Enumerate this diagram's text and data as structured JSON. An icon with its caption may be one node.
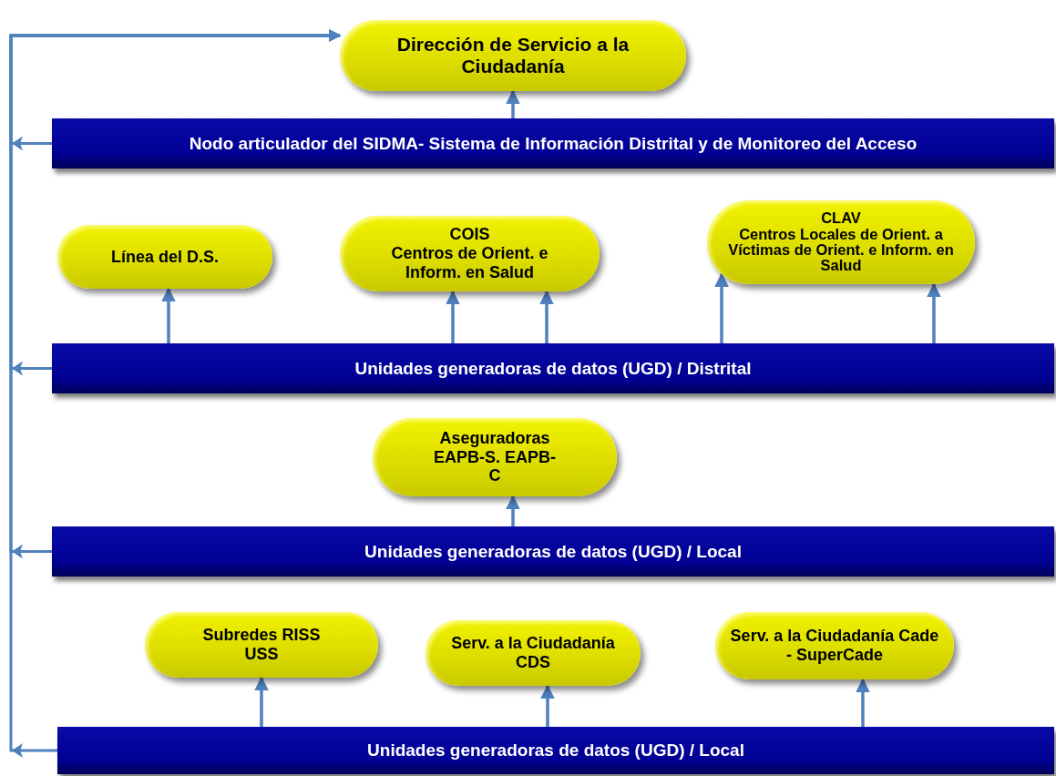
{
  "diagram": {
    "nodes": [
      {
        "text": [
          "Dirección de Servicio a la Ciudadanía"
        ]
      },
      {
        "text": [
          "Nodo articulador del SIDMA- Sistema de Información Distrital y de Monitoreo del Acceso"
        ]
      },
      {
        "text": [
          "Línea del D.S."
        ]
      },
      {
        "text": [
          "COIS",
          "Centros de Orient. e Inform. en Salud"
        ]
      },
      {
        "text": [
          "CLAV",
          "Centros Locales de Orient. a Víctimas de Orient. e Inform. en Salud"
        ]
      },
      {
        "text": [
          "Unidades generadoras de datos (UGD) / Distrital"
        ]
      },
      {
        "text": [
          "Aseguradoras EAPB-S. EAPB-C"
        ]
      },
      {
        "text": [
          "Unidades generadoras de datos (UGD) / Local"
        ]
      },
      {
        "text": [
          "Subredes RISS USS"
        ]
      },
      {
        "text": [
          "Serv. a la Ciudadanía CDS"
        ]
      },
      {
        "text": [
          "Serv. a la Ciudadanía Cade - SuperCade"
        ]
      },
      {
        "text": [
          "Unidades  generadoras de datos (UGD) / Local"
        ]
      }
    ],
    "edges": [
      {
        "from": 1,
        "to": 0,
        "arrow": "to"
      },
      {
        "from": 5,
        "to": 2,
        "arrow": "to"
      },
      {
        "from": 5,
        "to": 3,
        "arrow": "to"
      },
      {
        "from": 5,
        "to": 3,
        "arrow": "to"
      },
      {
        "from": 5,
        "to": 4,
        "arrow": "to"
      },
      {
        "from": 5,
        "to": 4,
        "arrow": "to"
      },
      {
        "from": 7,
        "to": 6,
        "arrow": "to"
      },
      {
        "from": 11,
        "to": 8,
        "arrow": "to"
      },
      {
        "from": 11,
        "to": 9,
        "arrow": "to"
      },
      {
        "from": 11,
        "to": 10,
        "arrow": "to"
      },
      {
        "from": 1,
        "to": 0,
        "arrow": "to"
      },
      {
        "from": 5,
        "to": 0,
        "arrow": "to"
      },
      {
        "from": 7,
        "to": 0,
        "arrow": "to"
      },
      {
        "from": 11,
        "to": 0,
        "arrow": "to"
      }
    ]
  }
}
